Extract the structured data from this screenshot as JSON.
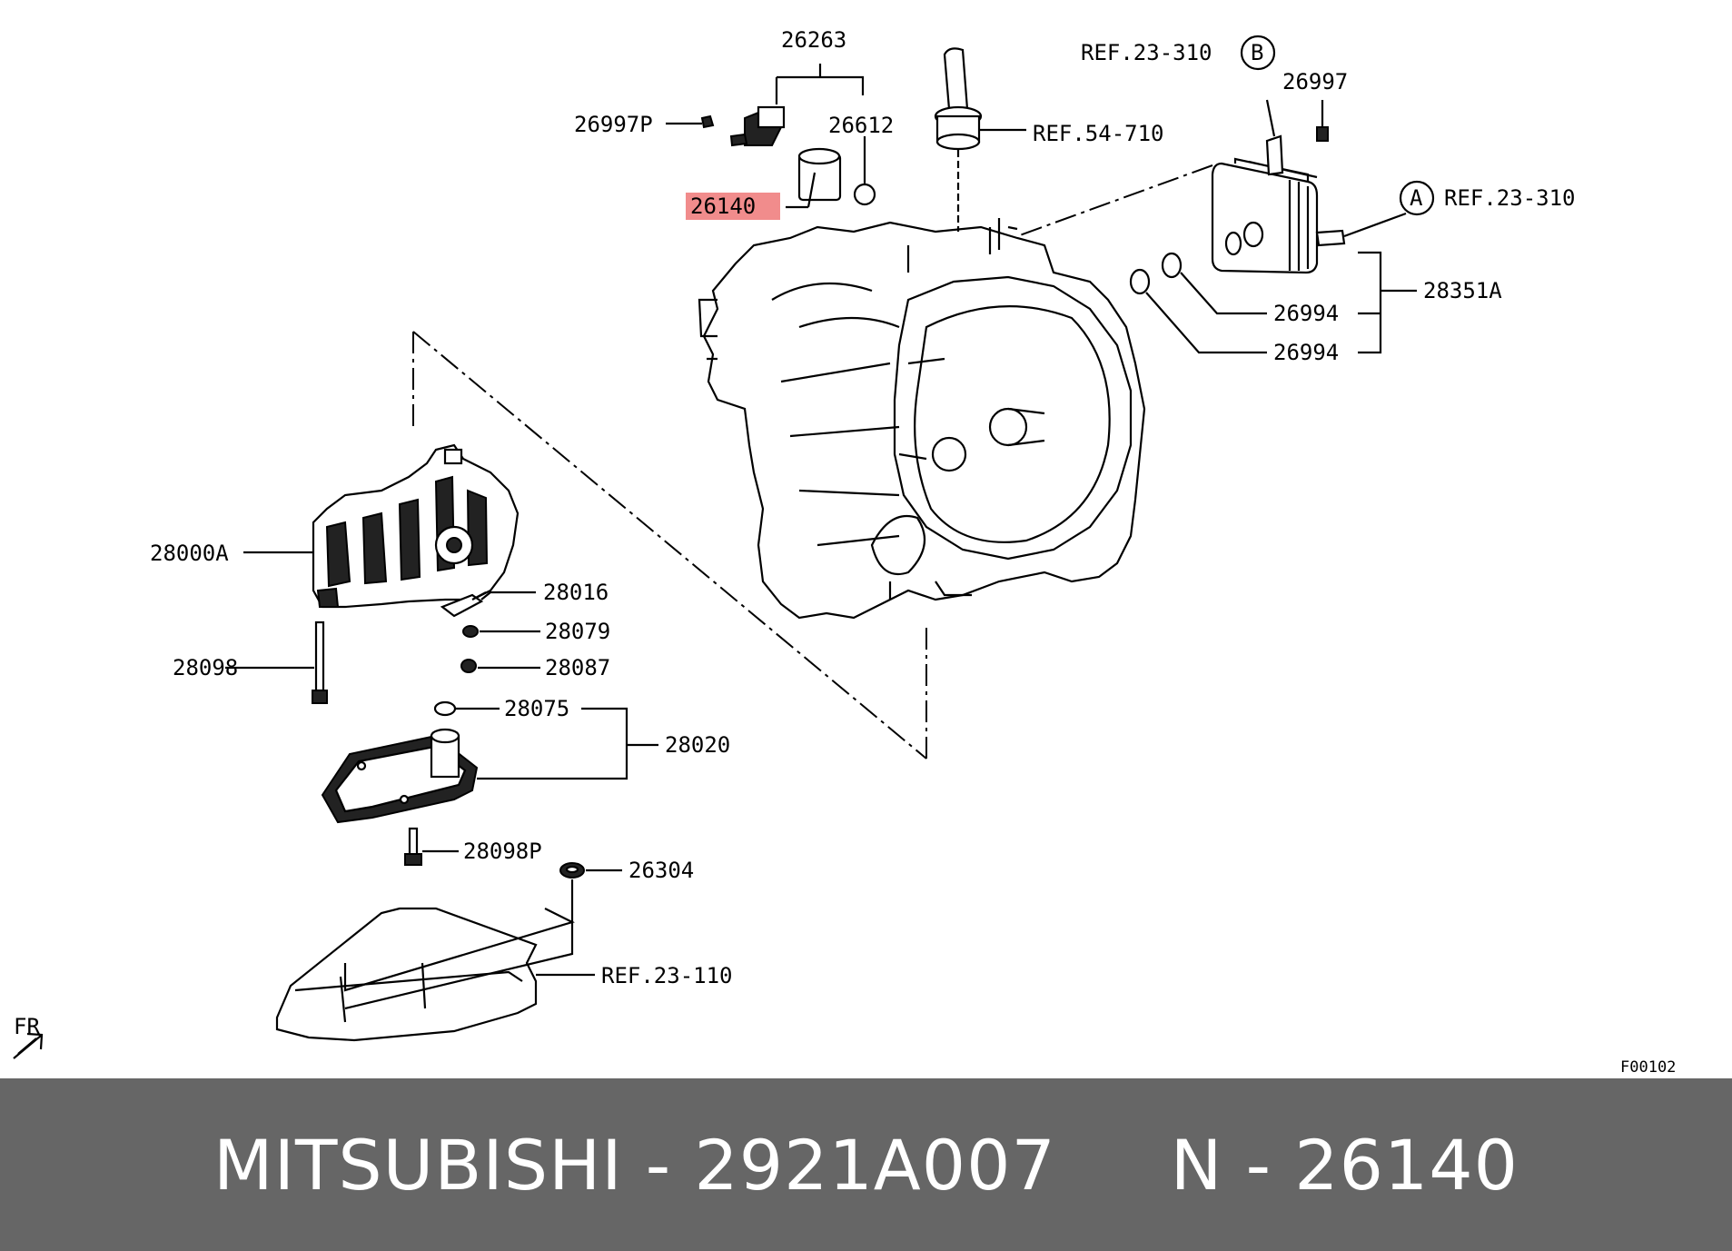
{
  "labels": {
    "p26263": "26263",
    "p26997P": "26997P",
    "p26612": "26612",
    "p26140": "26140",
    "ref54_710": "REF.54-710",
    "ref23_310_b": "REF.23-310",
    "circleB": "B",
    "p26997": "26997",
    "circleA": "A",
    "ref23_310_a": "REF.23-310",
    "p28351A": "28351A",
    "p26994_a": "26994",
    "p26994_b": "26994",
    "p28000A": "28000A",
    "p28016": "28016",
    "p28079": "28079",
    "p28087": "28087",
    "p28098": "28098",
    "p28075": "28075",
    "p28020": "28020",
    "p28098P": "28098P",
    "p26304": "26304",
    "ref23_110": "REF.23-110",
    "fr": "FR",
    "figure_code": "F00102"
  },
  "highlight_part": "26140",
  "colors": {
    "highlight": "#f08080",
    "footer_bg": "#666666",
    "footer_text": "#ffffff"
  },
  "footer": {
    "text": "MITSUBISHI - 2921A007     N - 26140"
  }
}
